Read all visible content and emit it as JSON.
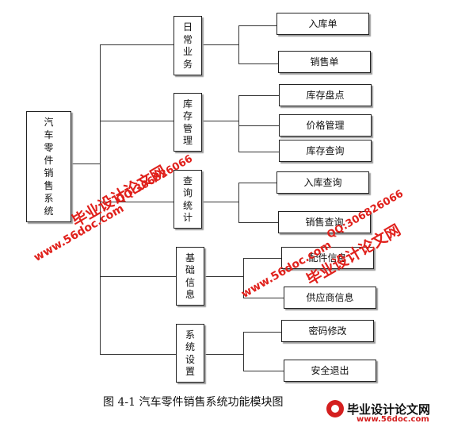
{
  "diagram": {
    "root": {
      "chars": [
        "汽",
        "车",
        "零",
        "件",
        "销",
        "售",
        "系",
        "统"
      ]
    },
    "modules": [
      {
        "id": "daily",
        "chars": [
          "日",
          "常",
          "业",
          "务"
        ],
        "children": [
          "入库单",
          "销售单"
        ]
      },
      {
        "id": "stock",
        "chars": [
          "库",
          "存",
          "管",
          "理"
        ],
        "children": [
          "库存盘点",
          "价格管理",
          "库存查询"
        ]
      },
      {
        "id": "query",
        "chars": [
          "查",
          "询",
          "统",
          "计"
        ],
        "children": [
          "入库查询",
          "销售查询"
        ]
      },
      {
        "id": "basic",
        "chars": [
          "基",
          "础",
          "信",
          "息"
        ],
        "children": [
          "配件信息",
          "供应商信息"
        ]
      },
      {
        "id": "system",
        "chars": [
          "系",
          "统",
          "设",
          "置"
        ],
        "children": [
          "密码修改",
          "安全退出"
        ]
      }
    ],
    "caption": "图 4-1  汽车零件销售系统功能模块图"
  },
  "watermarks": {
    "brand": "毕业设计论文网",
    "site": "www.56doc.com",
    "qq": "QQ:306826066"
  },
  "logo": {
    "text": "毕业设计论文网",
    "site": "www.56doc.com"
  }
}
